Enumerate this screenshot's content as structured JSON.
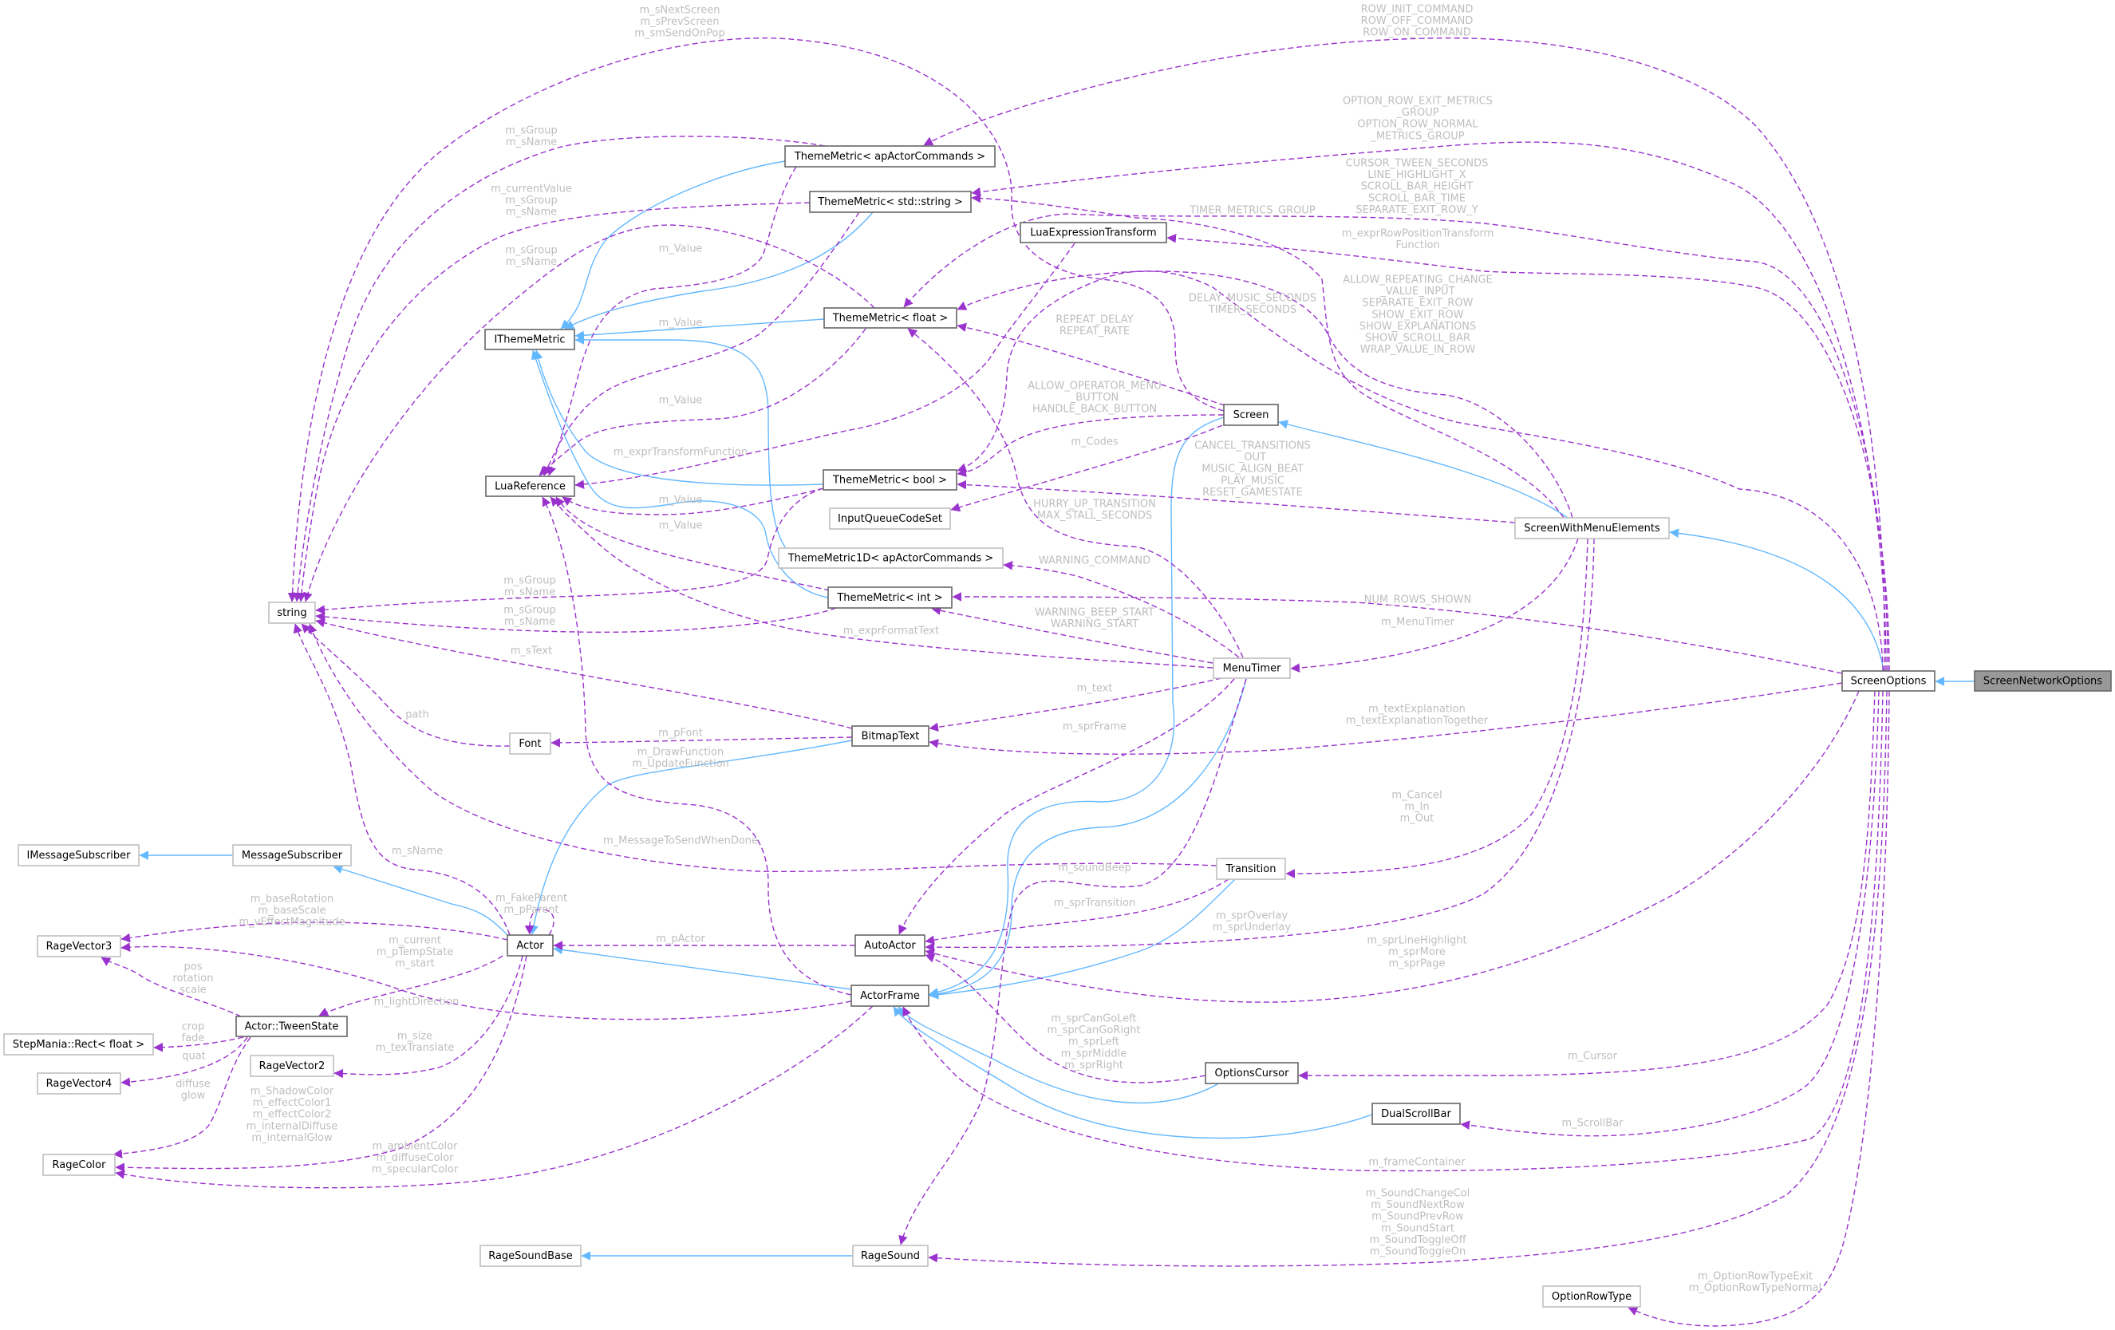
{
  "colors": {
    "inherit_edge": "#63b8ff",
    "usage_edge": "#9a32cd",
    "edge_label": "#bebebe",
    "node_fill": "#ffffff",
    "node_border_documented": "#666666",
    "node_border_undocumented": "#bfbfbf",
    "root_fill": "#999999"
  },
  "nodes": [
    {
      "id": "screen-network-options",
      "label": "ScreenNetworkOptions",
      "kind": "root"
    },
    {
      "id": "screen-options",
      "label": "ScreenOptions",
      "kind": "documented"
    },
    {
      "id": "screen-with-menu-elements",
      "label": "ScreenWithMenuElements",
      "kind": "undocumented"
    },
    {
      "id": "screen",
      "label": "Screen",
      "kind": "documented"
    },
    {
      "id": "actor-frame",
      "label": "ActorFrame",
      "kind": "documented"
    },
    {
      "id": "actor",
      "label": "Actor",
      "kind": "documented"
    },
    {
      "id": "message-subscriber",
      "label": "MessageSubscriber",
      "kind": "undocumented"
    },
    {
      "id": "imessage-subscriber",
      "label": "IMessageSubscriber",
      "kind": "undocumented"
    },
    {
      "id": "string",
      "label": "string",
      "kind": "undocumented"
    },
    {
      "id": "rage-vector3",
      "label": "RageVector3",
      "kind": "undocumented"
    },
    {
      "id": "actor-tween-state",
      "label": "Actor::TweenState",
      "kind": "documented"
    },
    {
      "id": "stepmania-rect-float",
      "label": "StepMania::Rect< float >",
      "kind": "undocumented"
    },
    {
      "id": "rage-vector4",
      "label": "RageVector4",
      "kind": "undocumented"
    },
    {
      "id": "rage-color",
      "label": "RageColor",
      "kind": "undocumented"
    },
    {
      "id": "rage-vector2",
      "label": "RageVector2",
      "kind": "undocumented"
    },
    {
      "id": "lua-reference",
      "label": "LuaReference",
      "kind": "documented"
    },
    {
      "id": "input-queue-code-set",
      "label": "InputQueueCodeSet",
      "kind": "undocumented"
    },
    {
      "id": "theme-metric-float",
      "label": "ThemeMetric< float >",
      "kind": "documented"
    },
    {
      "id": "itheme-metric",
      "label": "IThemeMetric",
      "kind": "documented"
    },
    {
      "id": "theme-metric-bool",
      "label": "ThemeMetric< bool >",
      "kind": "documented"
    },
    {
      "id": "menu-timer",
      "label": "MenuTimer",
      "kind": "undocumented"
    },
    {
      "id": "auto-actor",
      "label": "AutoActor",
      "kind": "documented"
    },
    {
      "id": "bitmap-text",
      "label": "BitmapText",
      "kind": "documented"
    },
    {
      "id": "font",
      "label": "Font",
      "kind": "undocumented"
    },
    {
      "id": "theme-metric-int",
      "label": "ThemeMetric< int >",
      "kind": "documented"
    },
    {
      "id": "theme-metric-1d-apactorcommands",
      "label": "ThemeMetric1D< apActorCommands >",
      "kind": "undocumented"
    },
    {
      "id": "rage-sound",
      "label": "RageSound",
      "kind": "undocumented"
    },
    {
      "id": "rage-sound-base",
      "label": "RageSoundBase",
      "kind": "undocumented"
    },
    {
      "id": "transition",
      "label": "Transition",
      "kind": "undocumented"
    },
    {
      "id": "theme-metric-string",
      "label": "ThemeMetric< std::string >",
      "kind": "documented"
    },
    {
      "id": "theme-metric-apactorcommands",
      "label": "ThemeMetric< apActorCommands >",
      "kind": "documented"
    },
    {
      "id": "lua-expression-transform",
      "label": "LuaExpressionTransform",
      "kind": "documented"
    },
    {
      "id": "options-cursor",
      "label": "OptionsCursor",
      "kind": "documented"
    },
    {
      "id": "dual-scroll-bar",
      "label": "DualScrollBar",
      "kind": "documented"
    },
    {
      "id": "option-row-type",
      "label": "OptionRowType",
      "kind": "undocumented"
    }
  ],
  "edges": [
    {
      "from": "screen-network-options",
      "to": "screen-options",
      "kind": "inherit",
      "labels": []
    },
    {
      "from": "screen-options",
      "to": "screen-with-menu-elements",
      "kind": "inherit",
      "labels": []
    },
    {
      "from": "screen-with-menu-elements",
      "to": "screen",
      "kind": "inherit",
      "labels": []
    },
    {
      "from": "screen",
      "to": "actor-frame",
      "kind": "inherit",
      "labels": []
    },
    {
      "from": "menu-timer",
      "to": "actor-frame",
      "kind": "inherit",
      "labels": []
    },
    {
      "from": "transition",
      "to": "actor-frame",
      "kind": "inherit",
      "labels": []
    },
    {
      "from": "options-cursor",
      "to": "actor-frame",
      "kind": "inherit",
      "labels": []
    },
    {
      "from": "dual-scroll-bar",
      "to": "actor-frame",
      "kind": "inherit",
      "labels": []
    },
    {
      "from": "actor-frame",
      "to": "actor",
      "kind": "inherit",
      "labels": []
    },
    {
      "from": "bitmap-text",
      "to": "actor",
      "kind": "inherit",
      "labels": []
    },
    {
      "from": "actor",
      "to": "message-subscriber",
      "kind": "inherit",
      "labels": []
    },
    {
      "from": "message-subscriber",
      "to": "imessage-subscriber",
      "kind": "inherit",
      "labels": []
    },
    {
      "from": "rage-sound",
      "to": "rage-sound-base",
      "kind": "inherit",
      "labels": []
    },
    {
      "from": "theme-metric-apactorcommands",
      "to": "itheme-metric",
      "kind": "inherit",
      "labels": []
    },
    {
      "from": "theme-metric-string",
      "to": "itheme-metric",
      "kind": "inherit",
      "labels": []
    },
    {
      "from": "theme-metric-float",
      "to": "itheme-metric",
      "kind": "inherit",
      "labels": []
    },
    {
      "from": "theme-metric-bool",
      "to": "itheme-metric",
      "kind": "inherit",
      "labels": []
    },
    {
      "from": "theme-metric-int",
      "to": "itheme-metric",
      "kind": "inherit",
      "labels": []
    },
    {
      "from": "theme-metric-1d-apactorcommands",
      "to": "itheme-metric",
      "kind": "inherit",
      "labels": []
    },
    {
      "from": "screen",
      "to": "string",
      "kind": "usage",
      "labels": [
        "m_sNextScreen",
        "m_sPrevScreen",
        "m_smSendOnPop"
      ]
    },
    {
      "from": "theme-metric-apactorcommands",
      "to": "string",
      "kind": "usage",
      "labels": [
        "m_sGroup",
        "m_sName"
      ]
    },
    {
      "from": "theme-metric-string",
      "to": "string",
      "kind": "usage",
      "labels": [
        "m_currentValue",
        "m_sGroup",
        "m_sName"
      ]
    },
    {
      "from": "theme-metric-float",
      "to": "string",
      "kind": "usage",
      "labels": [
        "m_sGroup",
        "m_sName"
      ]
    },
    {
      "from": "theme-metric-bool",
      "to": "string",
      "kind": "usage",
      "labels": [
        "m_sGroup",
        "m_sName"
      ]
    },
    {
      "from": "theme-metric-int",
      "to": "string",
      "kind": "usage",
      "labels": [
        "m_sGroup",
        "m_sName"
      ]
    },
    {
      "from": "bitmap-text",
      "to": "string",
      "kind": "usage",
      "labels": [
        "m_sText"
      ]
    },
    {
      "from": "font",
      "to": "string",
      "kind": "usage",
      "labels": [
        "path"
      ]
    },
    {
      "from": "actor",
      "to": "string",
      "kind": "usage",
      "labels": [
        "m_sName"
      ]
    },
    {
      "from": "transition",
      "to": "string",
      "kind": "usage",
      "labels": [
        "m_MessageToSendWhenDone"
      ]
    },
    {
      "from": "theme-metric-apactorcommands",
      "to": "lua-reference",
      "kind": "usage",
      "labels": [
        "m_Value"
      ]
    },
    {
      "from": "theme-metric-string",
      "to": "lua-reference",
      "kind": "usage",
      "labels": [
        "m_Value"
      ]
    },
    {
      "from": "theme-metric-float",
      "to": "lua-reference",
      "kind": "usage",
      "labels": [
        "m_Value"
      ]
    },
    {
      "from": "lua-expression-transform",
      "to": "lua-reference",
      "kind": "usage",
      "labels": [
        "m_exprTransformFunction"
      ]
    },
    {
      "from": "theme-metric-bool",
      "to": "lua-reference",
      "kind": "usage",
      "labels": [
        "m_Value"
      ]
    },
    {
      "from": "theme-metric-int",
      "to": "lua-reference",
      "kind": "usage",
      "labels": [
        "m_Value"
      ]
    },
    {
      "from": "menu-timer",
      "to": "lua-reference",
      "kind": "usage",
      "labels": [
        "m_exprFormatText"
      ]
    },
    {
      "from": "actor-frame",
      "to": "lua-reference",
      "kind": "usage",
      "labels": [
        "m_DrawFunction",
        "m_UpdateFunction"
      ]
    },
    {
      "from": "bitmap-text",
      "to": "font",
      "kind": "usage",
      "labels": [
        "m_pFont"
      ]
    },
    {
      "from": "actor",
      "to": "rage-vector3",
      "kind": "usage",
      "labels": [
        "m_baseRotation",
        "m_baseScale",
        "m_vEffectMagnitude"
      ]
    },
    {
      "from": "actor",
      "to": "actor",
      "kind": "usage",
      "labels": [
        "m_FakeParent",
        "m_pParent"
      ]
    },
    {
      "from": "actor",
      "to": "actor-tween-state",
      "kind": "usage",
      "labels": [
        "m_current",
        "m_pTempState",
        "m_start"
      ]
    },
    {
      "from": "actor",
      "to": "rage-vector2",
      "kind": "usage",
      "labels": [
        "m_size",
        "m_texTranslate"
      ]
    },
    {
      "from": "actor",
      "to": "rage-color",
      "kind": "usage",
      "labels": [
        "m_ShadowColor",
        "m_effectColor1",
        "m_effectColor2",
        "m_internalDiffuse",
        "m_internalGlow"
      ]
    },
    {
      "from": "actor-tween-state",
      "to": "rage-vector3",
      "kind": "usage",
      "labels": [
        "pos",
        "rotation",
        "scale"
      ]
    },
    {
      "from": "actor-tween-state",
      "to": "stepmania-rect-float",
      "kind": "usage",
      "labels": [
        "crop",
        "fade"
      ]
    },
    {
      "from": "actor-tween-state",
      "to": "rage-vector4",
      "kind": "usage",
      "labels": [
        "quat"
      ]
    },
    {
      "from": "actor-tween-state",
      "to": "rage-color",
      "kind": "usage",
      "labels": [
        "diffuse",
        "glow"
      ]
    },
    {
      "from": "actor-frame",
      "to": "rage-vector3",
      "kind": "usage",
      "labels": [
        "m_lightDirection"
      ]
    },
    {
      "from": "actor-frame",
      "to": "rage-color",
      "kind": "usage",
      "labels": [
        "m_ambientColor",
        "m_diffuseColor",
        "m_specularColor"
      ]
    },
    {
      "from": "auto-actor",
      "to": "actor",
      "kind": "usage",
      "labels": [
        "m_pActor"
      ]
    },
    {
      "from": "screen",
      "to": "theme-metric-float",
      "kind": "usage",
      "labels": [
        "REPEAT_DELAY",
        "REPEAT_RATE"
      ]
    },
    {
      "from": "screen",
      "to": "theme-metric-bool",
      "kind": "usage",
      "labels": [
        "ALLOW_OPERATOR_MENU",
        "_BUTTON",
        "HANDLE_BACK_BUTTON"
      ]
    },
    {
      "from": "screen",
      "to": "input-queue-code-set",
      "kind": "usage",
      "labels": [
        "m_Codes"
      ]
    },
    {
      "from": "screen-with-menu-elements",
      "to": "theme-metric-bool",
      "kind": "usage",
      "labels": [
        "CANCEL_TRANSITIONS",
        "_OUT",
        "MUSIC_ALIGN_BEAT",
        "PLAY_MUSIC",
        "RESET_GAMESTATE"
      ]
    },
    {
      "from": "menu-timer",
      "to": "theme-metric-float",
      "kind": "usage",
      "labels": [
        "HURRY_UP_TRANSITION",
        "MAX_STALL_SECONDS"
      ]
    },
    {
      "from": "menu-timer",
      "to": "theme-metric-1d-apactorcommands",
      "kind": "usage",
      "labels": [
        "WARNING_COMMAND"
      ]
    },
    {
      "from": "menu-timer",
      "to": "theme-metric-int",
      "kind": "usage",
      "labels": [
        "WARNING_BEEP_START",
        "WARNING_START"
      ]
    },
    {
      "from": "menu-timer",
      "to": "bitmap-text",
      "kind": "usage",
      "labels": [
        "m_text"
      ]
    },
    {
      "from": "menu-timer",
      "to": "auto-actor",
      "kind": "usage",
      "labels": [
        "m_sprFrame"
      ]
    },
    {
      "from": "menu-timer",
      "to": "rage-sound",
      "kind": "usage",
      "labels": [
        "m_soundBeep"
      ]
    },
    {
      "from": "screen-with-menu-elements",
      "to": "menu-timer",
      "kind": "usage",
      "labels": [
        "m_MenuTimer"
      ]
    },
    {
      "from": "screen-with-menu-elements",
      "to": "transition",
      "kind": "usage",
      "labels": [
        "m_Cancel",
        "m_In",
        "m_Out"
      ]
    },
    {
      "from": "screen-with-menu-elements",
      "to": "auto-actor",
      "kind": "usage",
      "labels": [
        "m_sprOverlay",
        "m_sprUnderlay"
      ]
    },
    {
      "from": "screen-with-menu-elements",
      "to": "theme-metric-float",
      "kind": "usage",
      "labels": [
        "DELAY_MUSIC_SECONDS",
        "TIMER_SECONDS"
      ]
    },
    {
      "from": "screen-with-menu-elements",
      "to": "theme-metric-string",
      "kind": "usage",
      "labels": [
        "TIMER_METRICS_GROUP"
      ]
    },
    {
      "from": "transition",
      "to": "auto-actor",
      "kind": "usage",
      "labels": [
        "m_sprTransition"
      ]
    },
    {
      "from": "options-cursor",
      "to": "auto-actor",
      "kind": "usage",
      "labels": [
        "m_sprCanGoLeft",
        "m_sprCanGoRight",
        "m_sprLeft",
        "m_sprMiddle",
        "m_sprRight"
      ]
    },
    {
      "from": "screen-options",
      "to": "theme-metric-apactorcommands",
      "kind": "usage",
      "labels": [
        "ROW_INIT_COMMAND",
        "ROW_OFF_COMMAND",
        "ROW_ON_COMMAND"
      ]
    },
    {
      "from": "screen-options",
      "to": "theme-metric-string",
      "kind": "usage",
      "labels": [
        "OPTION_ROW_EXIT_METRICS",
        "_GROUP",
        "OPTION_ROW_NORMAL",
        "_METRICS_GROUP"
      ]
    },
    {
      "from": "screen-options",
      "to": "theme-metric-float",
      "kind": "usage",
      "labels": [
        "CURSOR_TWEEN_SECONDS",
        "LINE_HIGHLIGHT_X",
        "SCROLL_BAR_HEIGHT",
        "SCROLL_BAR_TIME",
        "SEPARATE_EXIT_ROW_Y"
      ]
    },
    {
      "from": "screen-options",
      "to": "lua-expression-transform",
      "kind": "usage",
      "labels": [
        "m_exprRowPositionTransform",
        "Function"
      ]
    },
    {
      "from": "screen-options",
      "to": "theme-metric-bool",
      "kind": "usage",
      "labels": [
        "ALLOW_REPEATING_CHANGE",
        "_VALUE_INPUT",
        "SEPARATE_EXIT_ROW",
        "SHOW_EXIT_ROW",
        "SHOW_EXPLANATIONS",
        "SHOW_SCROLL_BAR",
        "WRAP_VALUE_IN_ROW"
      ]
    },
    {
      "from": "screen-options",
      "to": "theme-metric-int",
      "kind": "usage",
      "labels": [
        "NUM_ROWS_SHOWN"
      ]
    },
    {
      "from": "screen-options",
      "to": "bitmap-text",
      "kind": "usage",
      "labels": [
        "m_textExplanation",
        "m_textExplanationTogether"
      ]
    },
    {
      "from": "screen-options",
      "to": "auto-actor",
      "kind": "usage",
      "labels": [
        "m_sprLineHighlight",
        "m_sprMore",
        "m_sprPage"
      ]
    },
    {
      "from": "screen-options",
      "to": "options-cursor",
      "kind": "usage",
      "labels": [
        "m_Cursor"
      ]
    },
    {
      "from": "screen-options",
      "to": "dual-scroll-bar",
      "kind": "usage",
      "labels": [
        "m_ScrollBar"
      ]
    },
    {
      "from": "screen-options",
      "to": "actor-frame",
      "kind": "usage",
      "labels": [
        "m_frameContainer"
      ]
    },
    {
      "from": "screen-options",
      "to": "rage-sound",
      "kind": "usage",
      "labels": [
        "m_SoundChangeCol",
        "m_SoundNextRow",
        "m_SoundPrevRow",
        "m_SoundStart",
        "m_SoundToggleOff",
        "m_SoundToggleOn"
      ]
    },
    {
      "from": "screen-options",
      "to": "option-row-type",
      "kind": "usage",
      "labels": [
        "m_OptionRowTypeExit",
        "m_OptionRowTypeNormal"
      ]
    }
  ]
}
